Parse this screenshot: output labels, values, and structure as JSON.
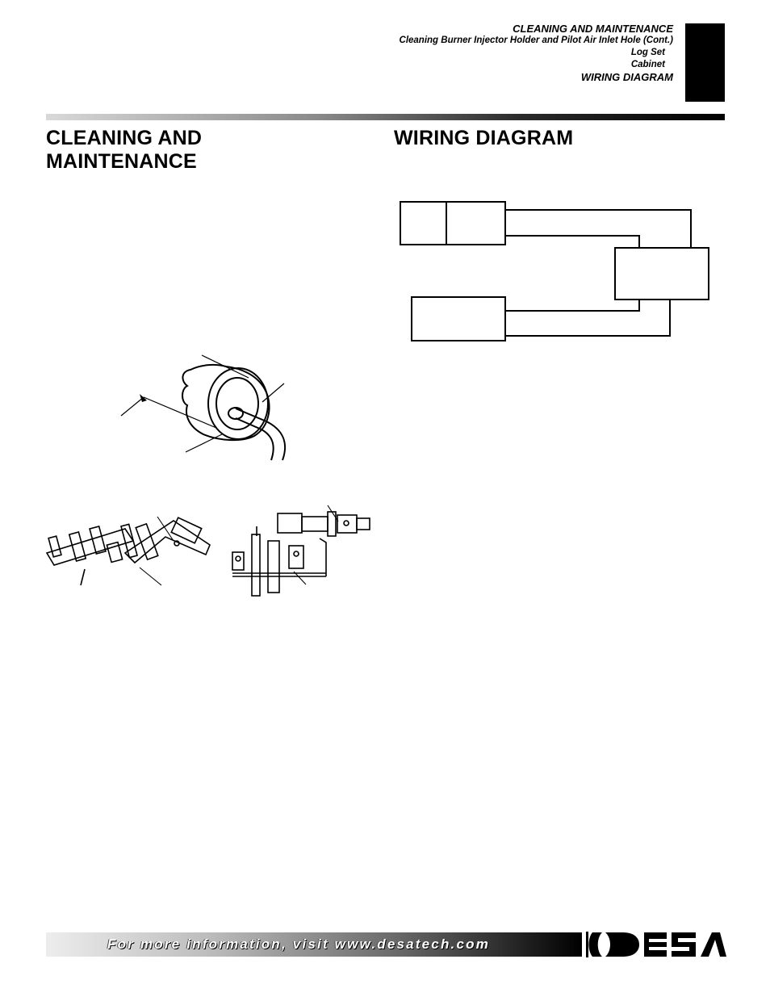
{
  "running_header": {
    "line1": "CLEANING AND MAINTENANCE",
    "line2": "Cleaning Burner Injector Holder and Pilot Air Inlet Hole (Cont.)",
    "line3": "Log Set",
    "line4": "Cabinet",
    "line5": "WIRING DIAGRAM"
  },
  "left_section": {
    "title": "CLEANING AND MAINTENANCE"
  },
  "right_section": {
    "title": "WIRING DIAGRAM"
  },
  "footer": {
    "text": "For more information, visit www.desatech.com",
    "logo_text": "DESA"
  }
}
